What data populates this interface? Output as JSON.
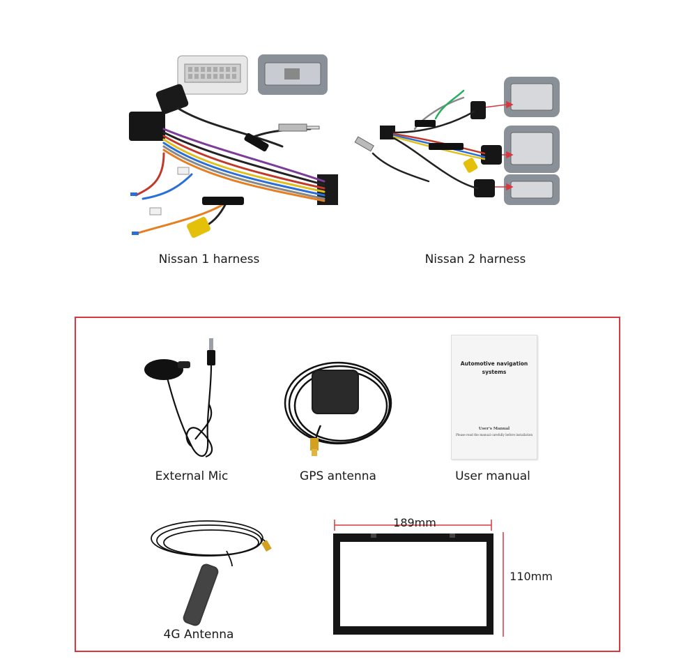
{
  "harnesses": [
    {
      "caption": "Nissan 1 harness"
    },
    {
      "caption": "Nissan 2 harness"
    }
  ],
  "accessories": {
    "mic": {
      "caption": "External Mic"
    },
    "gps": {
      "caption": "GPS antenna"
    },
    "manual": {
      "caption": "User manual",
      "cover_title_line1": "Automotive navigation",
      "cover_title_line2": "systems",
      "cover_subtitle": "User's Manual",
      "cover_note": "Please read the manual carefully before installation"
    },
    "antenna4g": {
      "caption": "4G Antenna"
    },
    "frame": {
      "width_label": "189mm",
      "height_label": "110mm"
    }
  },
  "colors": {
    "border": "#d9363e",
    "cable": "#111111",
    "connector_gray": "#8a9098"
  }
}
